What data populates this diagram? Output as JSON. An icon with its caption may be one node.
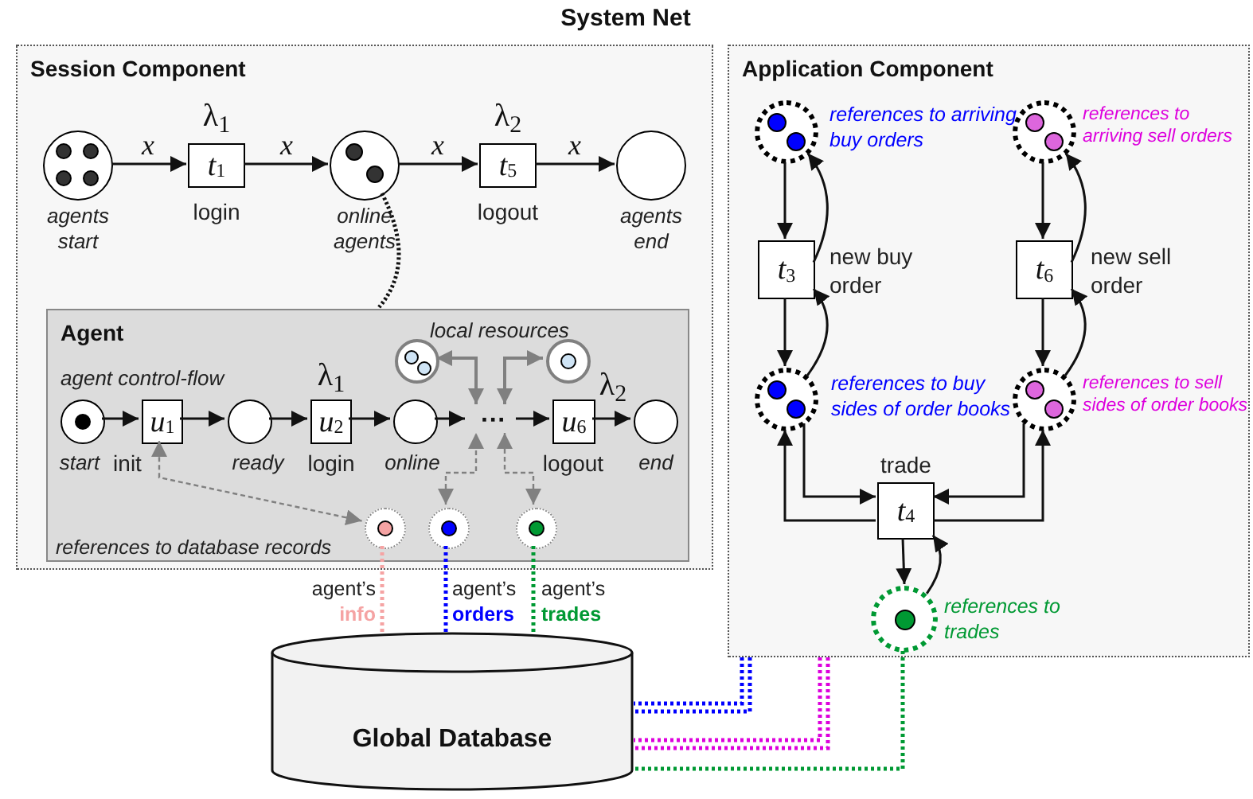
{
  "diagram": {
    "title": "System Net",
    "nodes": [
      {
        "text": [
          "Session Component"
        ]
      },
      {
        "text": [],
        "shape": "circle",
        "in": 0,
        "beside": [
          "agents start"
        ]
      },
      {
        "text": [
          "*t*$_{1}$"
        ],
        "in": 0,
        "beside": [
          "λ$_{1}$",
          "login"
        ]
      },
      {
        "text": [],
        "shape": "circle",
        "in": 0,
        "beside": [
          "online agents"
        ]
      },
      {
        "text": [
          "*t*$_{5}$"
        ],
        "in": 0,
        "beside": [
          "λ$_{2}$",
          "logout"
        ]
      },
      {
        "text": [],
        "shape": "circle",
        "in": 0,
        "beside": [
          "agents end"
        ]
      },
      {
        "text": [
          "Agent"
        ],
        "in": 0
      },
      {
        "text": [],
        "shape": "circle",
        "in": 6,
        "beside": [
          "start"
        ]
      },
      {
        "text": [
          "*u*$_{1}$"
        ],
        "in": 6,
        "beside": [
          "init"
        ]
      },
      {
        "text": [],
        "shape": "circle",
        "in": 6,
        "beside": [
          "ready"
        ]
      },
      {
        "text": [
          "*u*$_{2}$"
        ],
        "in": 6,
        "beside": [
          "λ$_{1}$",
          "login"
        ]
      },
      {
        "text": [],
        "shape": "circle",
        "in": 6,
        "beside": [
          "online"
        ]
      },
      {
        "text": [
          "···"
        ],
        "in": 6
      },
      {
        "text": [
          "*u*$_{6}$"
        ],
        "in": 6,
        "beside": [
          "λ$_{2}$",
          "logout"
        ]
      },
      {
        "text": [],
        "shape": "circle",
        "in": 6,
        "beside": [
          "end"
        ]
      },
      {
        "text": [],
        "shape": "circle",
        "in": 6
      },
      {
        "text": [],
        "shape": "circle",
        "in": 6
      },
      {
        "text": [],
        "shape": "circle",
        "in": 6
      },
      {
        "text": [],
        "shape": "circle",
        "in": 6
      },
      {
        "text": [],
        "shape": "circle",
        "in": 6
      },
      {
        "text": [
          "Application Component"
        ]
      },
      {
        "text": [],
        "shape": "circle",
        "in": 20,
        "beside": [
          "references to arriving buy orders"
        ]
      },
      {
        "text": [],
        "shape": "circle",
        "in": 20,
        "beside": [
          "references to arriving sell orders"
        ]
      },
      {
        "text": [
          "*t*$_{3}$"
        ],
        "in": 20,
        "beside": [
          "new buy order"
        ]
      },
      {
        "text": [
          "*t*$_{6}$"
        ],
        "in": 20,
        "beside": [
          "new sell order"
        ]
      },
      {
        "text": [],
        "shape": "circle",
        "in": 20,
        "beside": [
          "references to buy sides of order books"
        ]
      },
      {
        "text": [],
        "shape": "circle",
        "in": 20,
        "beside": [
          "references to sell sides of order books"
        ]
      },
      {
        "text": [
          "*t*$_{4}$"
        ],
        "in": 20,
        "beside": [
          "trade"
        ]
      },
      {
        "text": [],
        "shape": "circle",
        "in": 20,
        "beside": [
          "references to trades"
        ]
      },
      {
        "text": [
          "Global Database"
        ]
      }
    ],
    "edges": [
      {
        "from": 1,
        "to": 2,
        "arrow": "to",
        "label": "x"
      },
      {
        "from": 2,
        "to": 3,
        "arrow": "to",
        "label": "x"
      },
      {
        "from": 3,
        "to": 4,
        "arrow": "to",
        "label": "x"
      },
      {
        "from": 4,
        "to": 5,
        "arrow": "to",
        "label": "x"
      },
      {
        "from": 3,
        "to": 6,
        "arrow": "none",
        "style": "dashed"
      },
      {
        "from": 7,
        "to": 8,
        "arrow": "to"
      },
      {
        "from": 8,
        "to": 9,
        "arrow": "to"
      },
      {
        "from": 9,
        "to": 10,
        "arrow": "to"
      },
      {
        "from": 10,
        "to": 11,
        "arrow": "to"
      },
      {
        "from": 11,
        "to": 12,
        "arrow": "to"
      },
      {
        "from": 12,
        "to": 13,
        "arrow": "to"
      },
      {
        "from": 13,
        "to": 14,
        "arrow": "to"
      },
      {
        "from": 15,
        "to": 12,
        "arrow": "both",
        "color": "#808080"
      },
      {
        "from": 16,
        "to": 12,
        "arrow": "both",
        "color": "#808080"
      },
      {
        "from": 17,
        "to": 8,
        "arrow": "both",
        "style": "dashed",
        "color": "#808080"
      },
      {
        "from": 18,
        "to": 12,
        "arrow": "both",
        "style": "dashed",
        "color": "#808080"
      },
      {
        "from": 19,
        "to": 12,
        "arrow": "both",
        "style": "dashed",
        "color": "#808080"
      },
      {
        "from": 17,
        "to": 29,
        "arrow": "none",
        "style": "dashed",
        "color": "#f5a3a3",
        "label": "agent’s **info**"
      },
      {
        "from": 18,
        "to": 29,
        "arrow": "none",
        "style": "dashed",
        "color": "#0000ff",
        "label": "agent’s **orders**"
      },
      {
        "from": 19,
        "to": 29,
        "arrow": "none",
        "style": "dashed",
        "color": "#009933",
        "label": "agent’s **trades**"
      },
      {
        "from": 20,
        "to": 29,
        "arrow": "none",
        "style": "dashed",
        "color": "#0000ff"
      },
      {
        "from": 20,
        "to": 29,
        "arrow": "none",
        "style": "dashed",
        "color": "#dd00dd"
      },
      {
        "from": 28,
        "to": 29,
        "arrow": "none",
        "style": "dashed",
        "color": "#009933"
      },
      {
        "from": 21,
        "to": 23,
        "arrow": "to"
      },
      {
        "from": 23,
        "to": 21,
        "arrow": "to"
      },
      {
        "from": 23,
        "to": 25,
        "arrow": "to"
      },
      {
        "from": 25,
        "to": 23,
        "arrow": "to"
      },
      {
        "from": 22,
        "to": 24,
        "arrow": "to"
      },
      {
        "from": 24,
        "to": 22,
        "arrow": "to"
      },
      {
        "from": 24,
        "to": 26,
        "arrow": "to"
      },
      {
        "from": 26,
        "to": 24,
        "arrow": "to"
      },
      {
        "from": 25,
        "to": 27,
        "arrow": "to"
      },
      {
        "from": 27,
        "to": 25,
        "arrow": "to"
      },
      {
        "from": 26,
        "to": 27,
        "arrow": "to"
      },
      {
        "from": 27,
        "to": 26,
        "arrow": "to"
      },
      {
        "from": 27,
        "to": 28,
        "arrow": "to"
      },
      {
        "from": 28,
        "to": 27,
        "arrow": "to"
      }
    ],
    "labels": [
      "agent control-flow",
      "local resources",
      "references to database records"
    ]
  }
}
